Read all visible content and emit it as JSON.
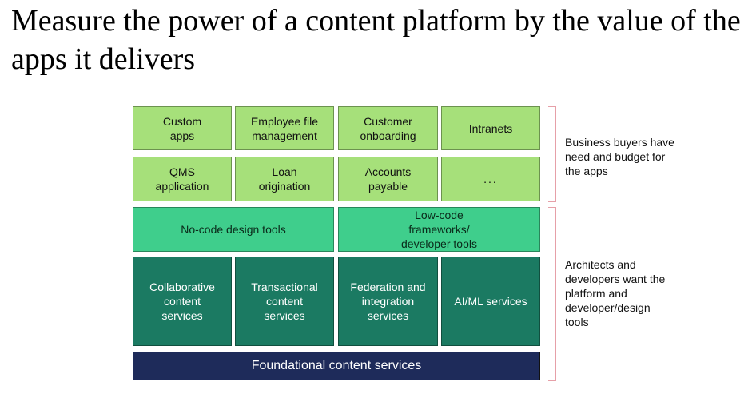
{
  "title": "Measure the power of a content platform by the value of the apps it delivers",
  "apps_row1": [
    "Custom apps",
    "Employee file management",
    "Customer onboarding",
    "Intranets"
  ],
  "apps_row2": [
    "QMS application",
    "Loan origination",
    "Accounts payable",
    "..."
  ],
  "tools": [
    "No-code design tools",
    "Low-code frameworks/ developer tools"
  ],
  "services": [
    "Collaborative content services",
    "Transactional content services",
    "Federation and integration services",
    "AI/ML services"
  ],
  "foundation": "Foundational content services",
  "notes": {
    "business": "Business buyers have need and budget for the apps",
    "architects": "Architects and developers want the platform and developer/design tools"
  },
  "colors": {
    "apps": "#a6e07a",
    "tools": "#3fce8c",
    "services": "#1b7a62",
    "foundation": "#1e2b5a",
    "bracket": "#e6a0a8"
  }
}
